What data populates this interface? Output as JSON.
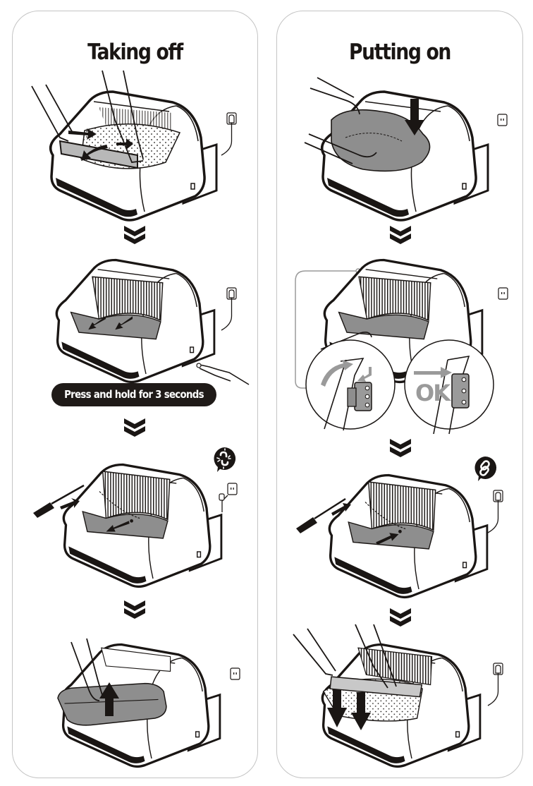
{
  "panels": {
    "taking_off": {
      "title": "Taking off",
      "steps": [
        {
          "index": 1,
          "illustration": "hands-lifting-mat-edge-with-arrows"
        },
        {
          "index": 2,
          "illustration": "mat-lowered-hand-pressing-side-button",
          "callout": "Press and hold for 3 seconds"
        },
        {
          "index": 3,
          "illustration": "screwdriver-removing-screws",
          "badge_icon": "unlink-icon"
        },
        {
          "index": 4,
          "illustration": "hand-lifting-tray-up-arrow"
        }
      ]
    },
    "putting_on": {
      "title": "Putting on",
      "steps": [
        {
          "index": 1,
          "illustration": "hands-placing-liner-down-arrow"
        },
        {
          "index": 2,
          "illustration": "hand-hooking-mat-with-detail-circles",
          "detail_label": "OK"
        },
        {
          "index": 3,
          "illustration": "screwdriver-fastening-screws",
          "badge_icon": "link-icon"
        },
        {
          "index": 4,
          "illustration": "hands-pressing-mat-edge-down-arrows"
        }
      ]
    }
  },
  "colors": {
    "ink": "#1a1614",
    "fill_gray": "#8e8e8e",
    "panel_border": "#c4c4c4",
    "detail_gray": "#9a9a9a"
  }
}
